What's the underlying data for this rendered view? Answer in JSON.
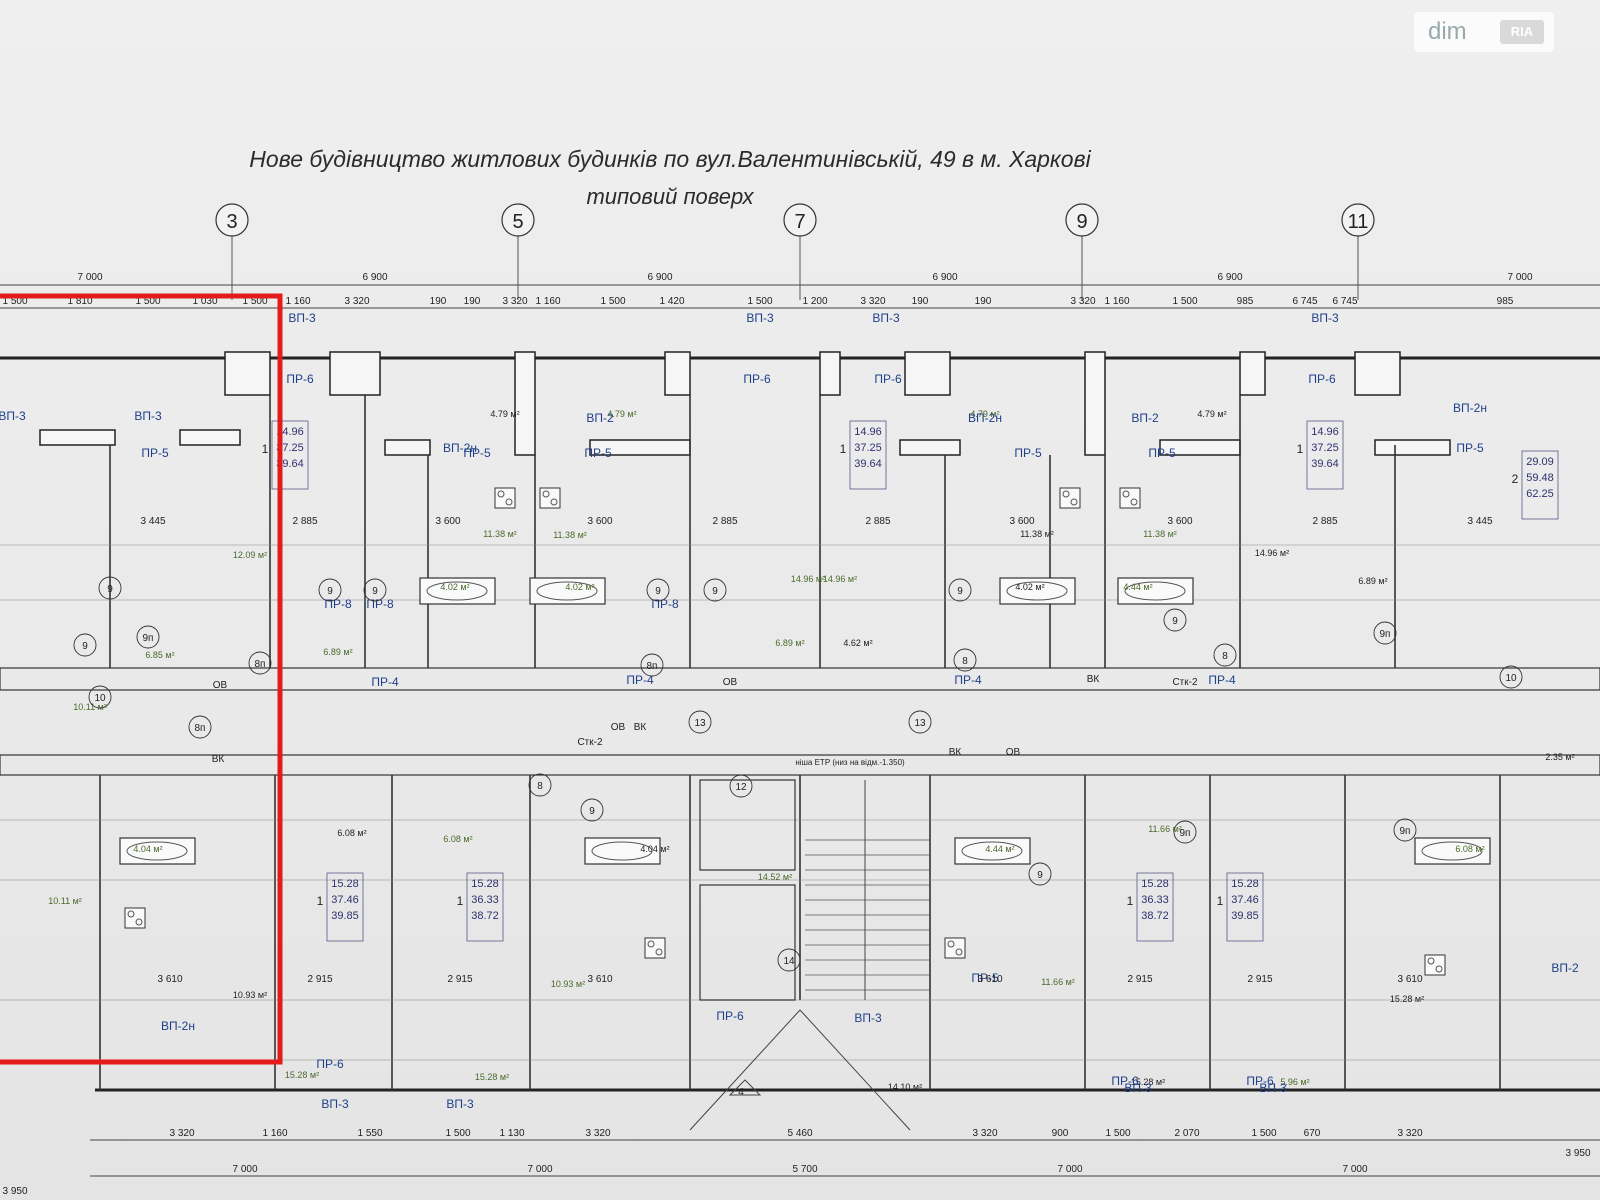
{
  "title": {
    "line1": "Нове будівництво житлових будинків по вул.Валентинівській,  49 в м. Харкові",
    "line2": "типовий поверх"
  },
  "watermark": {
    "brand": "dim",
    "badge": "RIA"
  },
  "axes": [
    {
      "label": "3"
    },
    {
      "label": "5"
    },
    {
      "label": "7"
    },
    {
      "label": "9"
    },
    {
      "label": "11"
    }
  ],
  "top_dims": [
    "7 000",
    "6 900",
    "6 900",
    "6 900",
    "6 900",
    "7 000"
  ],
  "bottom_dims": [
    "7 000",
    "7 000",
    "5 700",
    "7 000",
    "7 000"
  ],
  "bottom_corner": [
    "3 950",
    "3 950"
  ],
  "window_labels": [
    "ВП-3",
    "ВП-3",
    "ВП-3",
    "ВП-3",
    "ВП-3",
    "ВП-3",
    "ВП-2н",
    "ВП-2",
    "ВП-2н",
    "ВП-2",
    "ВП-2н",
    "ВП-2",
    "ВП-3",
    "ВП-3",
    "ВП-3",
    "ВП-3",
    "ВП-3",
    "ВП-2н"
  ],
  "door_labels": [
    "ПР-5",
    "ПР-6",
    "ПР-5",
    "ПР-5",
    "ПР-6",
    "ПР-6",
    "ПР-5",
    "ПР-5",
    "ПР-6",
    "ПР-5",
    "ПР-8",
    "ПР-8",
    "ПР-8",
    "ПР-4",
    "ПР-4",
    "ПР-4",
    "ПР-4",
    "ПР-6",
    "ПР-6",
    "ПР-5",
    "ПР-6",
    "ПР-6"
  ],
  "apartments": [
    {
      "rooms": "1",
      "a": "14.96",
      "b": "37.25",
      "c": "39.64"
    },
    {
      "rooms": "1",
      "a": "14.96",
      "b": "37.25",
      "c": "39.64"
    },
    {
      "rooms": "1",
      "a": "14.96",
      "b": "37.25",
      "c": "39.64"
    },
    {
      "rooms": "2",
      "a": "29.09",
      "b": "59.48",
      "c": "62.25"
    },
    {
      "rooms": "1",
      "a": "15.28",
      "b": "37.46",
      "c": "39.85"
    },
    {
      "rooms": "1",
      "a": "15.28",
      "b": "36.33",
      "c": "38.72"
    },
    {
      "rooms": "1",
      "a": "15.28",
      "b": "36.33",
      "c": "38.72"
    },
    {
      "rooms": "1",
      "a": "15.28",
      "b": "37.46",
      "c": "39.85"
    }
  ],
  "room_areas": [
    "4.79 м²",
    "4.79 м²",
    "4.79 м²",
    "4.79 м²",
    "11.38 м²",
    "11.38 м²",
    "11.38 м²",
    "11.38 м²",
    "12.09 м²",
    "14.96 м²",
    "14.96 м²",
    "14.96 м²",
    "6.89 м²",
    "6.89 м²",
    "6.89 м²",
    "4.62 м²",
    "4.02 м²",
    "4.02 м²",
    "4.02 м²",
    "4.44 м²",
    "4.04 м²",
    "4.04 м²",
    "4.44 м²",
    "6.08 м²",
    "6.08 м²",
    "6.08 м²",
    "11.66 м²",
    "10.93 м²",
    "10.93 м²",
    "11.66 м²",
    "15.28 м²",
    "15.28 м²",
    "15.28 м²",
    "15.28 м²",
    "5.96 м²",
    "14.52 м²",
    "14.10 м²",
    "10.11 м²",
    "10.11 м²",
    "2.35 м²",
    "6.85 м²"
  ],
  "misc_labels": [
    "ОВ",
    "ВК",
    "ОВ",
    "ВК",
    "ОВ",
    "ВК",
    "ОВ",
    "ВК",
    "Стк-2",
    "Стк-2",
    "ніша ЕТР (низ на відм.-1.350)",
    "4"
  ],
  "dims_row1": [
    "1 500",
    "1 810",
    "1 500",
    "1 030",
    "1 500",
    "1 160",
    "3 320",
    "190",
    "190",
    "3 320",
    "1 160",
    "1 500",
    "1 420",
    "1 500",
    "1 200",
    "3 320",
    "190",
    "190",
    "3 320",
    "1 160",
    "1 500",
    "985",
    "6 745",
    "6 745",
    "985"
  ],
  "dims_row2": [
    "3 445",
    "2 885",
    "3 600",
    "3 600",
    "2 885",
    "2 885",
    "3 600",
    "3 600",
    "2 885",
    "3 445"
  ],
  "dims_row3": [
    "3 610",
    "2 915",
    "2 915",
    "3 610",
    "3 610",
    "2 915",
    "2 915",
    "3 610"
  ],
  "dims_bottom": [
    "3 320",
    "1 160",
    "1 550",
    "1 500",
    "1 130",
    "3 320",
    "5 460",
    "3 320",
    "900",
    "1 500",
    "2 070",
    "1 500",
    "670",
    "3 320"
  ],
  "callouts": [
    "9",
    "9",
    "9",
    "9",
    "9",
    "9",
    "9",
    "9",
    "9",
    "9",
    "8п",
    "8п",
    "8п",
    "9п",
    "9п",
    "9п",
    "9п",
    "10",
    "10",
    "12",
    "13",
    "13",
    "14",
    "8",
    "8",
    "8"
  ]
}
